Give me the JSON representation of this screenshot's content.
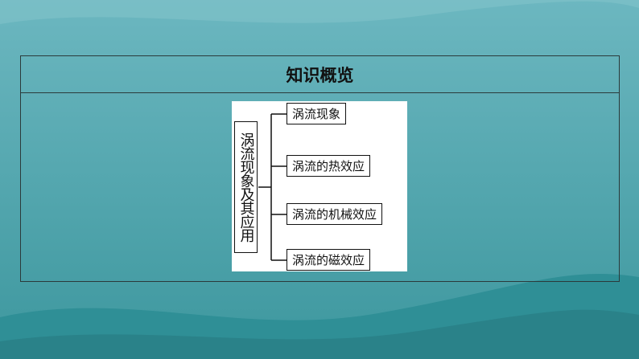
{
  "header": {
    "title": "知识概览"
  },
  "diagram": {
    "root": "涡流现象及其应用",
    "branches": [
      {
        "label": "涡流现象"
      },
      {
        "label": "涡流的热效应"
      },
      {
        "label": "涡流的机械效应"
      },
      {
        "label": "涡流的磁效应"
      }
    ]
  }
}
